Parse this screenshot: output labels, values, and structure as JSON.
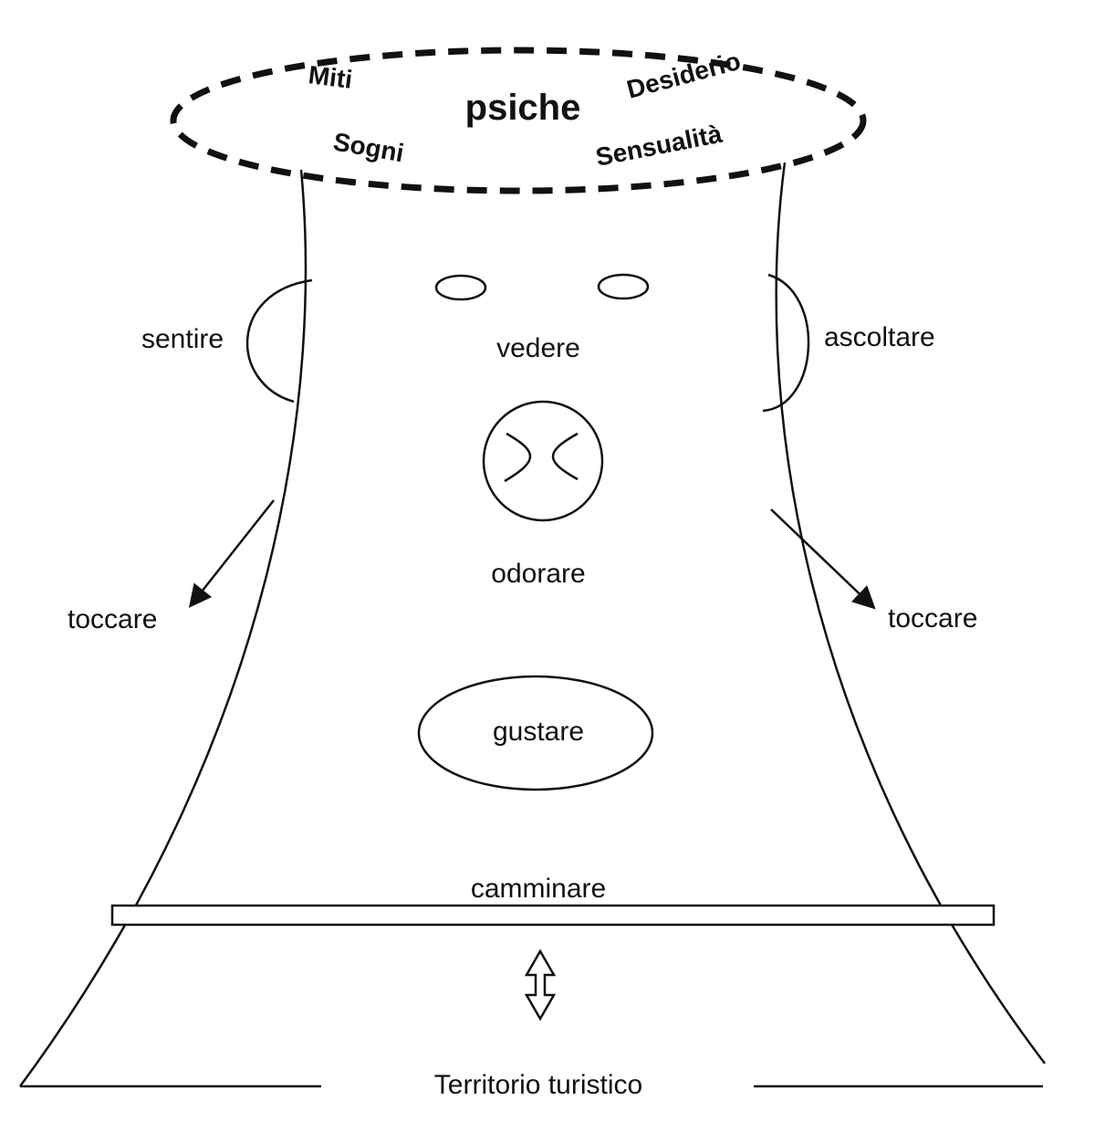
{
  "psyche": {
    "center": "psiche",
    "miti": "Miti",
    "desiderio": "Desiderio",
    "sogni": "Sogni",
    "sensualita": "Sensualità"
  },
  "senses": {
    "sentire": "sentire",
    "ascoltare": "ascoltare",
    "vedere": "vedere",
    "odorare": "odorare",
    "toccare_left": "toccare",
    "toccare_right": "toccare",
    "gustare": "gustare",
    "camminare": "camminare"
  },
  "territory": "Territorio turistico",
  "colors": {
    "ink": "#111111",
    "background": "#ffffff"
  }
}
